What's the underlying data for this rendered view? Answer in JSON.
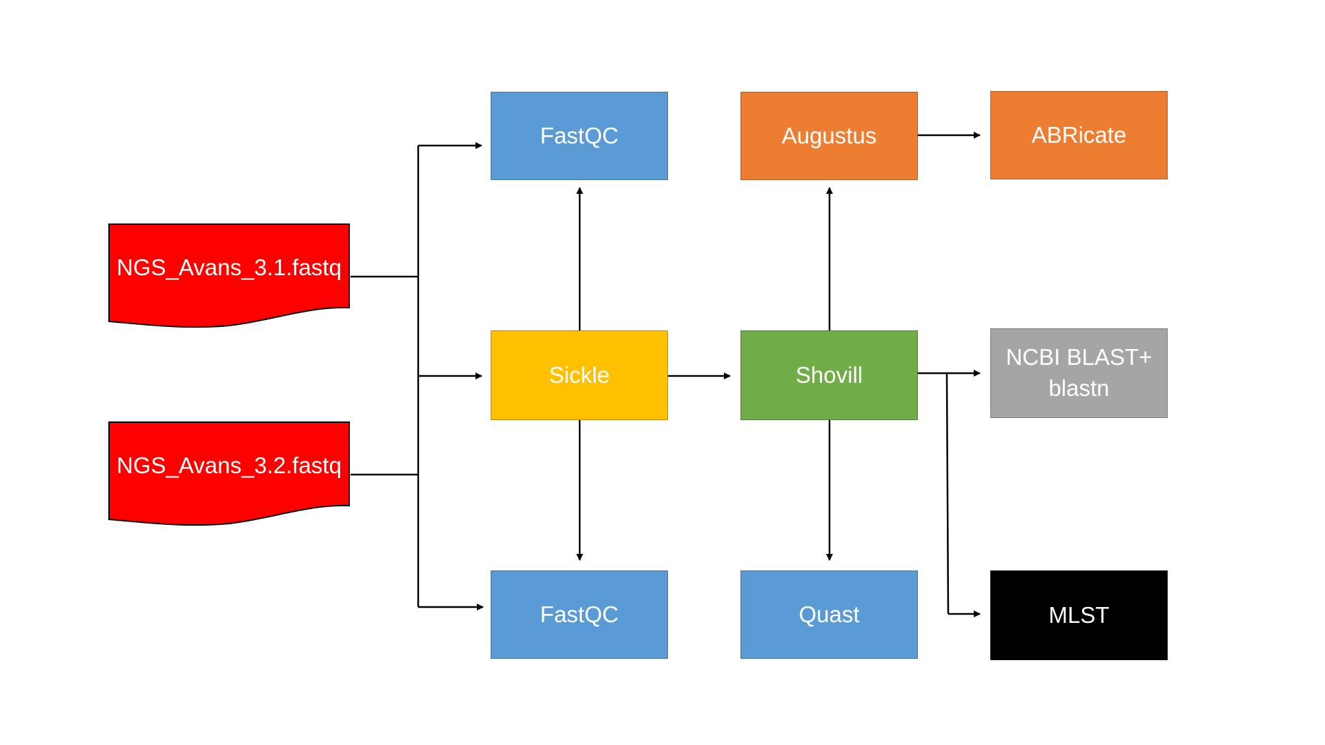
{
  "colors": {
    "input_file": "#ff0000",
    "qc": "#5b9bd5",
    "trim": "#ffc000",
    "assembly": "#70ad47",
    "annotation": "#ed7d31",
    "blast": "#a5a5a5",
    "mlst": "#000000",
    "connector": "#000000"
  },
  "inputs": {
    "file_1": "NGS_Avans_3.1.fastq",
    "file_2": "NGS_Avans_3.2.fastq"
  },
  "tools": {
    "fastqc_top": "FastQC",
    "sickle": "Sickle",
    "fastqc_bottom": "FastQC",
    "augustus": "Augustus",
    "shovill": "Shovill",
    "quast": "Quast",
    "abricate": "ABRicate",
    "ncbi_blast": "NCBI BLAST+\nblastn",
    "mlst": "MLST"
  }
}
